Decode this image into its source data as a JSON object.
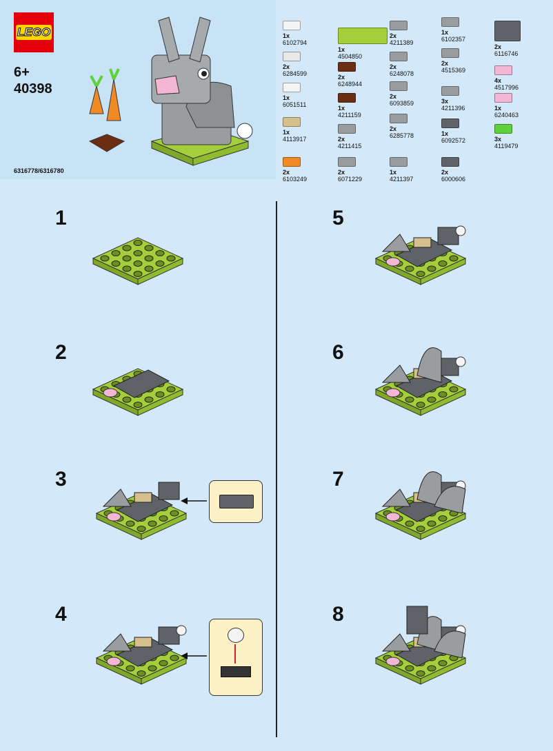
{
  "header": {
    "logo": "LEGO",
    "age": "6+",
    "set_number": "40398",
    "codes": "6316778/6316780"
  },
  "colors": {
    "lime": "#a5cf3a",
    "gray": "#9a9da0",
    "dark_gray": "#5f6367",
    "pink": "#f3b6d4",
    "tan": "#d6c08d",
    "brown": "#6b2e12",
    "orange": "#f08a24",
    "callout": "#fdf1c6"
  },
  "parts": [
    {
      "qty": "1x",
      "id": "6102794",
      "color": "#f4f4f4"
    },
    {
      "qty": "2x",
      "id": "6284599",
      "color": "#e8e8e8"
    },
    {
      "qty": "1x",
      "id": "6051511",
      "color": "#f4f4f4"
    },
    {
      "qty": "1x",
      "id": "4113917",
      "color": "#d6c08d"
    },
    {
      "qty": "2x",
      "id": "6103249",
      "color": "#f08a24"
    },
    {
      "qty": "1x",
      "id": "4504850",
      "color": "#a5cf3a"
    },
    {
      "qty": "2x",
      "id": "6248944",
      "color": "#6b2e12"
    },
    {
      "qty": "1x",
      "id": "4211159",
      "color": "#6b2e12"
    },
    {
      "qty": "2x",
      "id": "4211415",
      "color": "#9a9da0"
    },
    {
      "qty": "2x",
      "id": "6071229",
      "color": "#9a9da0"
    },
    {
      "qty": "2x",
      "id": "4211389",
      "color": "#9a9da0"
    },
    {
      "qty": "2x",
      "id": "6248078",
      "color": "#9a9da0"
    },
    {
      "qty": "2x",
      "id": "6093859",
      "color": "#9a9da0"
    },
    {
      "qty": "2x",
      "id": "6285778",
      "color": "#9a9da0"
    },
    {
      "qty": "1x",
      "id": "4211397",
      "color": "#9a9da0"
    },
    {
      "qty": "1x",
      "id": "6102357",
      "color": "#9a9da0"
    },
    {
      "qty": "2x",
      "id": "4515369",
      "color": "#9a9da0"
    },
    {
      "qty": "3x",
      "id": "4211396",
      "color": "#9a9da0"
    },
    {
      "qty": "1x",
      "id": "6092572",
      "color": "#5f6367"
    },
    {
      "qty": "2x",
      "id": "6000606",
      "color": "#5f6367"
    },
    {
      "qty": "2x",
      "id": "6116746",
      "color": "#5f6367"
    },
    {
      "qty": "4x",
      "id": "4517996",
      "color": "#f3b6d4"
    },
    {
      "qty": "1x",
      "id": "6240463",
      "color": "#f3b6d4"
    },
    {
      "qty": "3x",
      "id": "4119479",
      "color": "#5fd13a"
    }
  ],
  "steps": [
    {
      "number": "1",
      "callout": false
    },
    {
      "number": "2",
      "callout": false
    },
    {
      "number": "3",
      "callout": true
    },
    {
      "number": "4",
      "callout": true
    },
    {
      "number": "5",
      "callout": false
    },
    {
      "number": "6",
      "callout": false
    },
    {
      "number": "7",
      "callout": false
    },
    {
      "number": "8",
      "callout": false
    }
  ]
}
